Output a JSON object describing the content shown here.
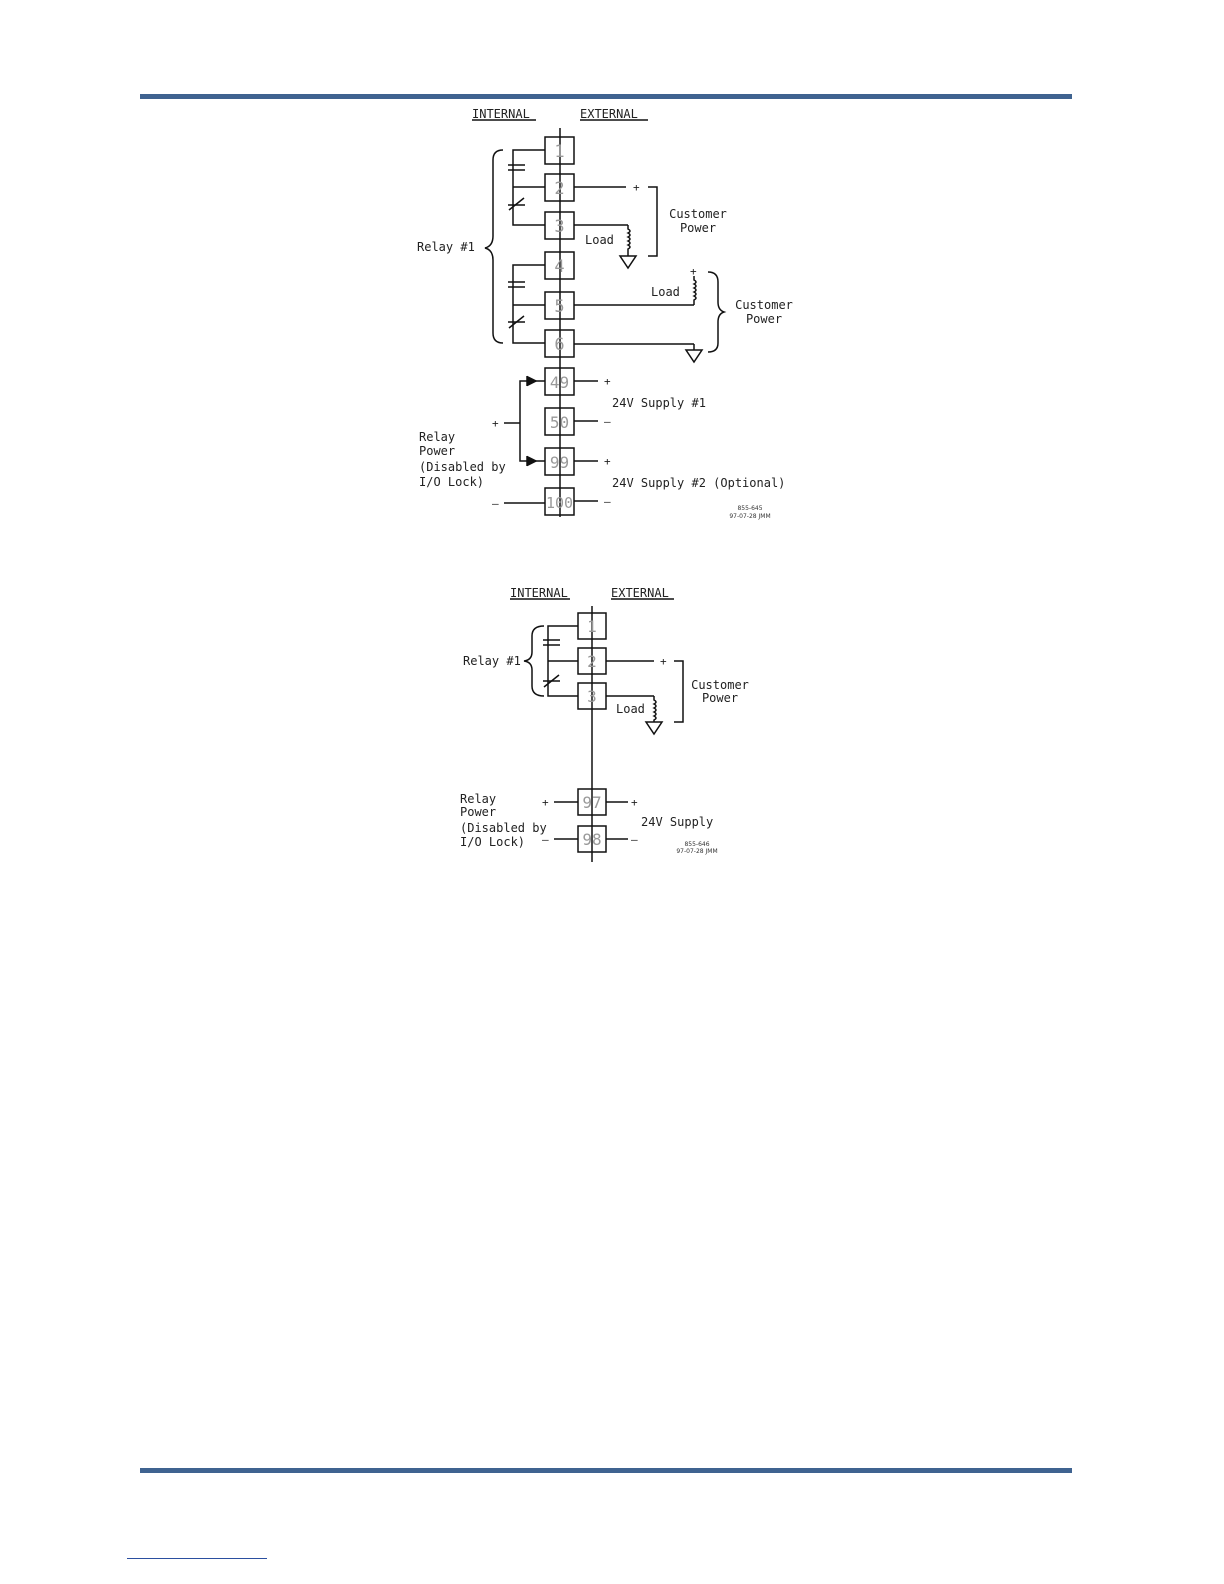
{
  "diagram1": {
    "header_internal": "INTERNAL",
    "header_external": "EXTERNAL",
    "terminals": [
      "1",
      "2",
      "3",
      "4",
      "5",
      "6",
      "49",
      "50",
      "99",
      "100"
    ],
    "relay_label": "Relay #1",
    "load_label_a": "Load",
    "load_label_b": "Load",
    "customer_power_a_line1": "Customer",
    "customer_power_a_line2": "Power",
    "customer_power_b_line1": "Customer",
    "customer_power_b_line2": "Power",
    "supply1_label": "24V Supply #1",
    "supply2_label": "24V Supply #2 (Optional)",
    "relay_power_lines": [
      "Relay",
      "Power",
      "(Disabled by",
      "I/O Lock)"
    ],
    "drawing_number": "855-645",
    "drawing_date": "97-07-28 JMM",
    "plus": "+",
    "minus": "–"
  },
  "diagram2": {
    "header_internal": "INTERNAL",
    "header_external": "EXTERNAL",
    "terminals": [
      "1",
      "2",
      "3",
      "97",
      "98"
    ],
    "relay_label": "Relay #1",
    "load_label": "Load",
    "customer_power_line1": "Customer",
    "customer_power_line2": "Power",
    "supply_label": "24V Supply",
    "relay_power_lines": [
      "Relay",
      "Power",
      "(Disabled by",
      "I/O Lock)"
    ],
    "drawing_number": "855-646",
    "drawing_date": "97-07-28 JMM",
    "plus": "+",
    "minus": "–"
  }
}
